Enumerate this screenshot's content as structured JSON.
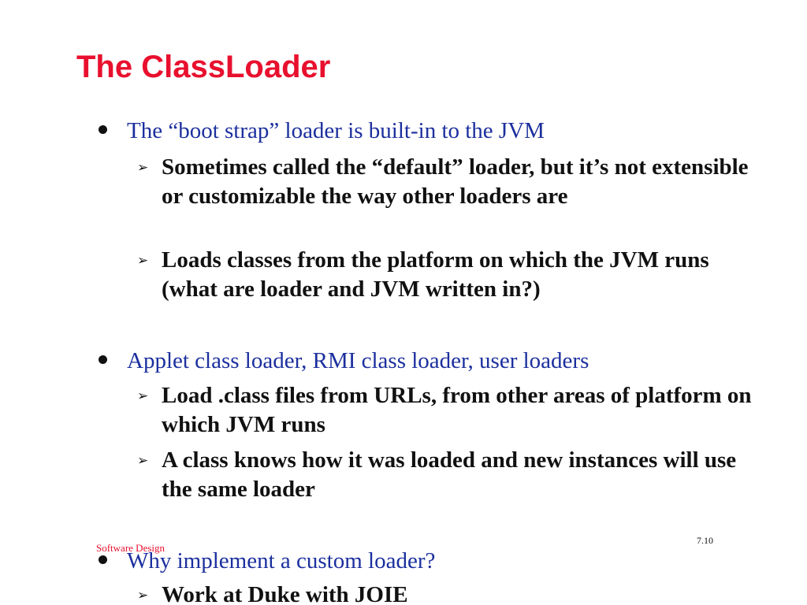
{
  "slide": {
    "title": "The ClassLoader",
    "bullets": [
      {
        "text": "The “boot strap” loader is built-in to the JVM",
        "subs": [
          "Sometimes called the “default” loader, but it’s not extensible or customizable the way other loaders are",
          "Loads classes from the platform on which the JVM runs (what are loader and JVM written in?)"
        ]
      },
      {
        "text": "Applet class loader, RMI class loader, user loaders",
        "subs": [
          "Load .class files from URLs, from other areas of platform on which JVM runs",
          "A class knows how it was loaded and new instances will use the same loader"
        ]
      },
      {
        "text": "Why implement a custom loader?",
        "subs": [
          "Work at Duke with JOIE"
        ]
      }
    ],
    "footer": {
      "course": "Software Design",
      "page": "7.10"
    }
  },
  "colors": {
    "title": "#e8102e",
    "level1_text": "#1b2f9e",
    "level2_text": "#111111",
    "footer_course": "#e8102e"
  },
  "icons": {
    "level1_bullet": "filled-circle",
    "level2_bullet": "arrow-head"
  }
}
